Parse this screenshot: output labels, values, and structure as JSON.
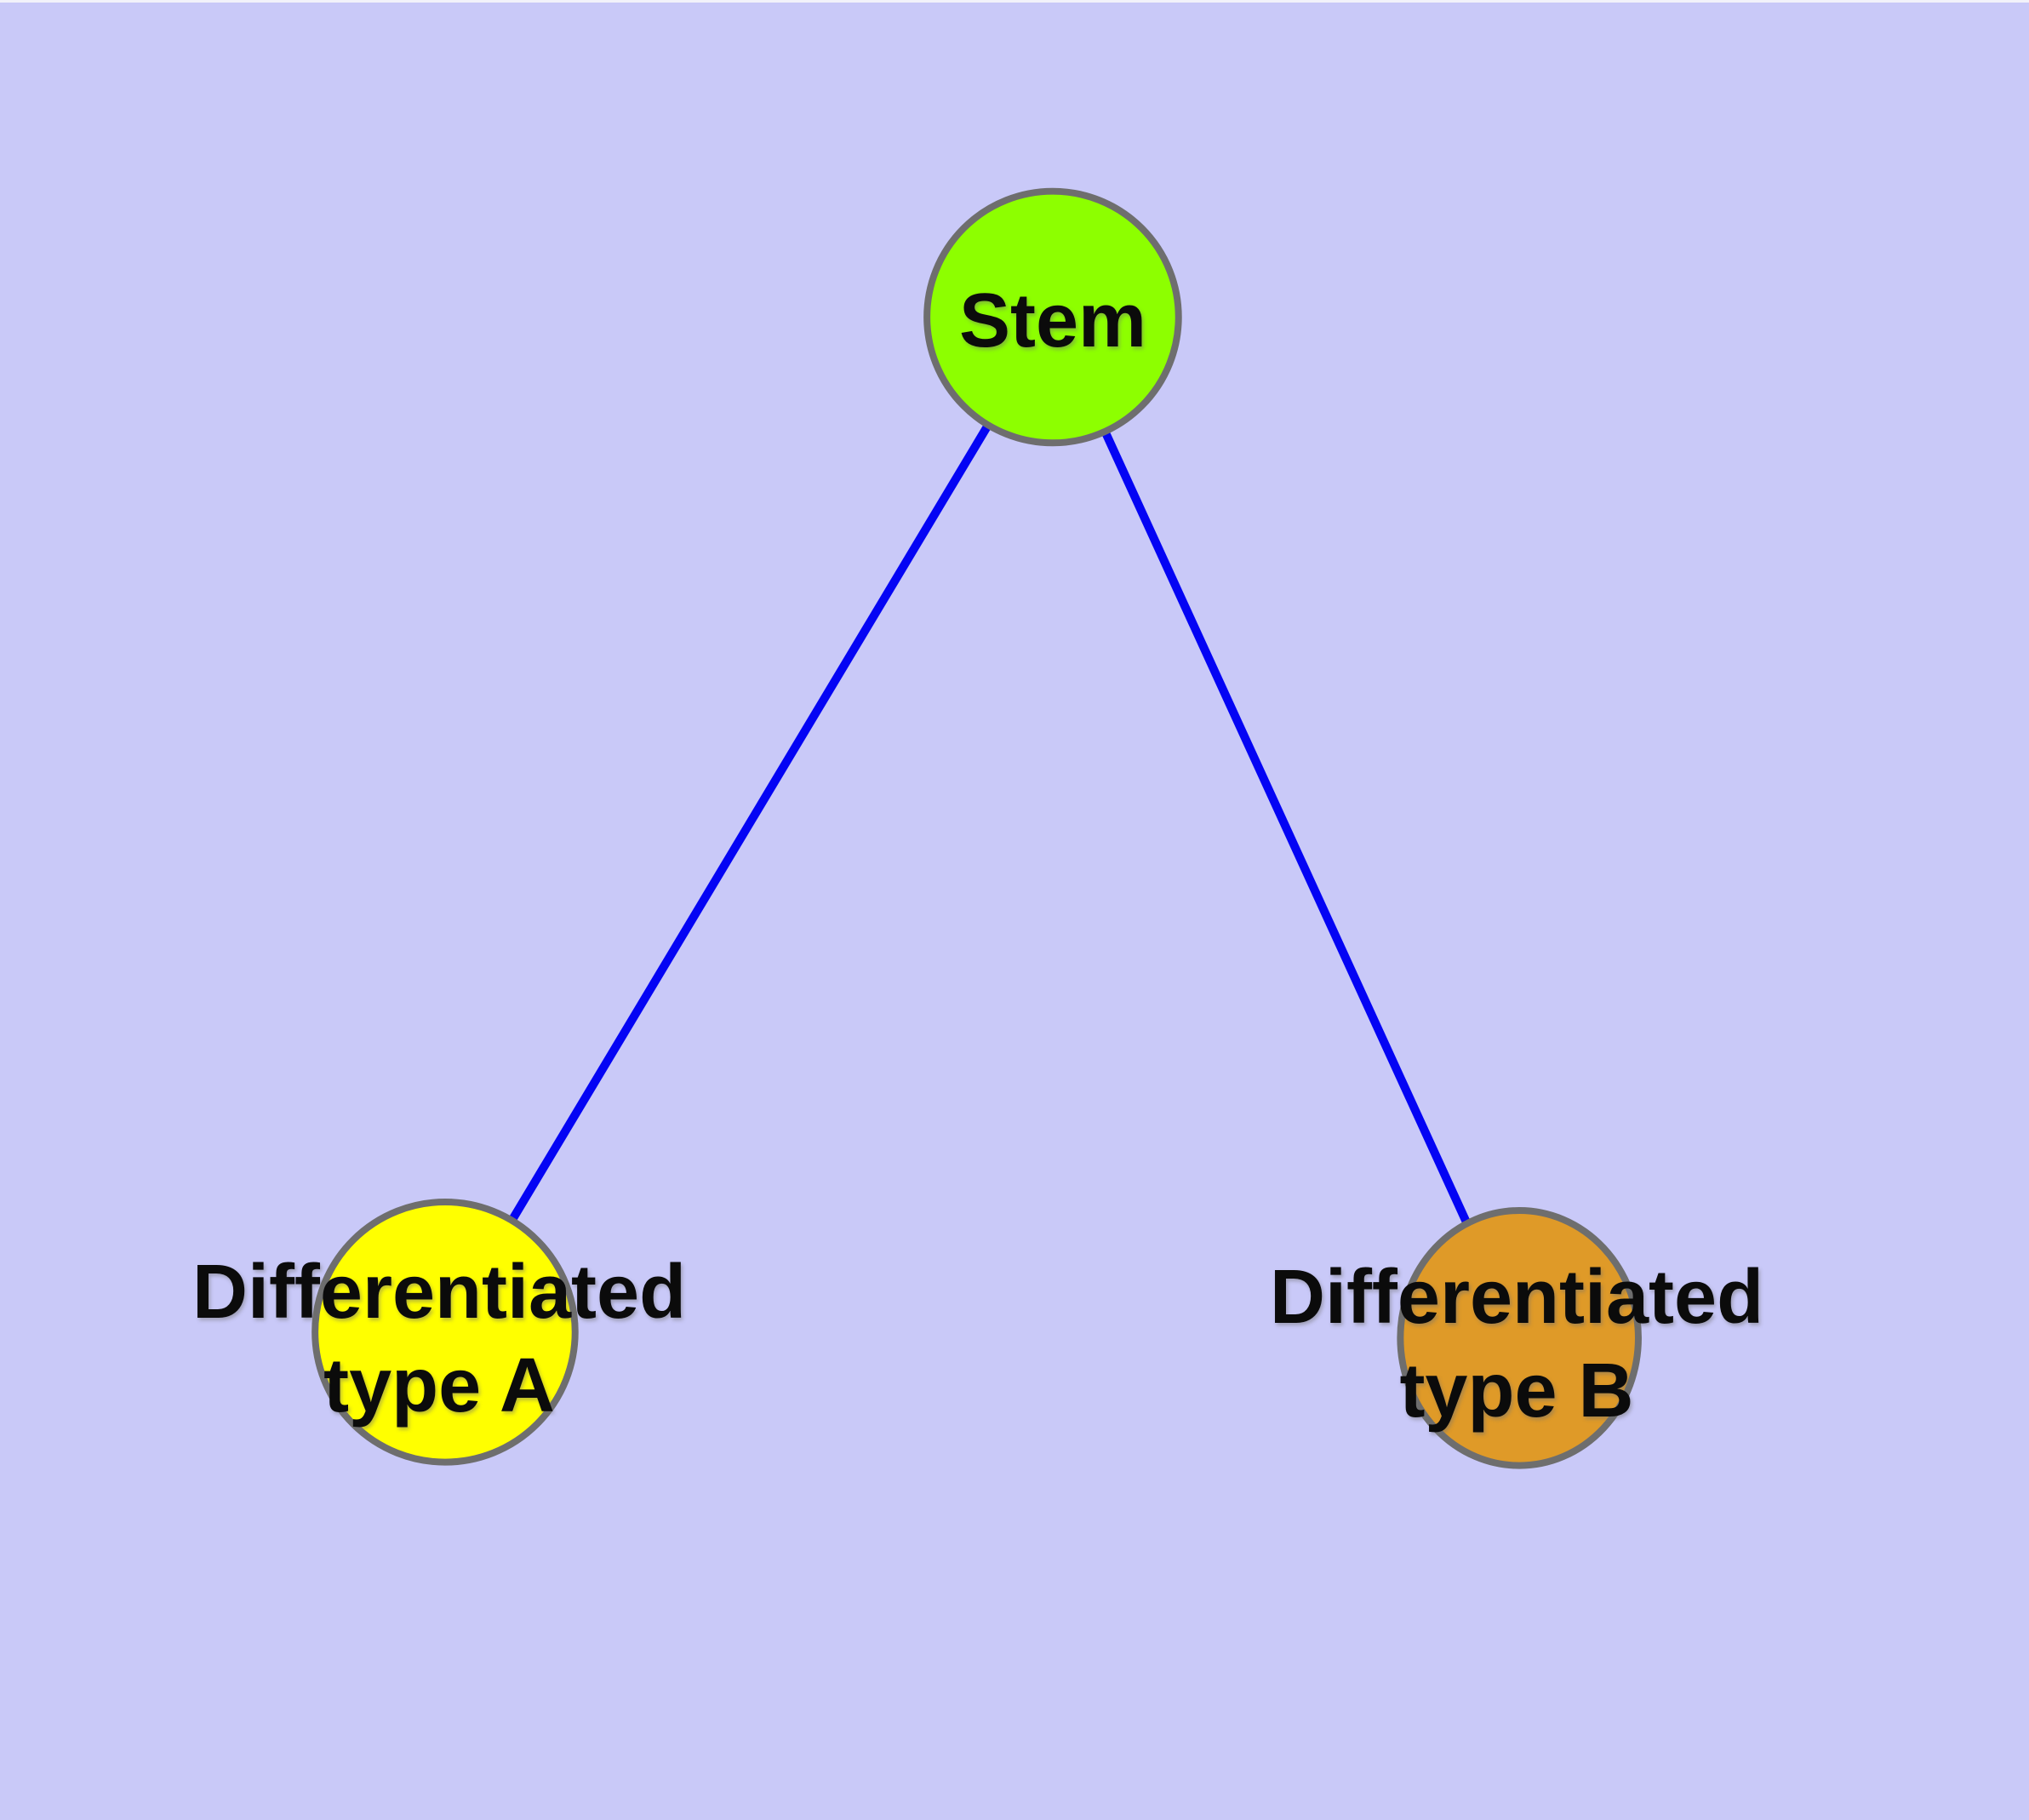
{
  "colors": {
    "background": "#C9C9F8",
    "edge": "#0404F4",
    "node_border": "#6E6E6E",
    "stem_fill": "#8DFF00",
    "type_a_fill": "#FFFF00",
    "type_b_fill": "#DF9A28",
    "label_text": "#0B0B0B"
  },
  "diagram": {
    "type": "node-link-graph",
    "nodes": [
      {
        "id": "stem",
        "label": "Stem",
        "fill": "#8DFF00"
      },
      {
        "id": "type-a",
        "label": "Differentiated\ntype A",
        "fill": "#FFFF00"
      },
      {
        "id": "type-b",
        "label": "Differentiated\ntype B",
        "fill": "#DF9A28"
      }
    ],
    "edges": [
      {
        "from": "stem",
        "to": "type-a"
      },
      {
        "from": "stem",
        "to": "type-b"
      }
    ]
  }
}
